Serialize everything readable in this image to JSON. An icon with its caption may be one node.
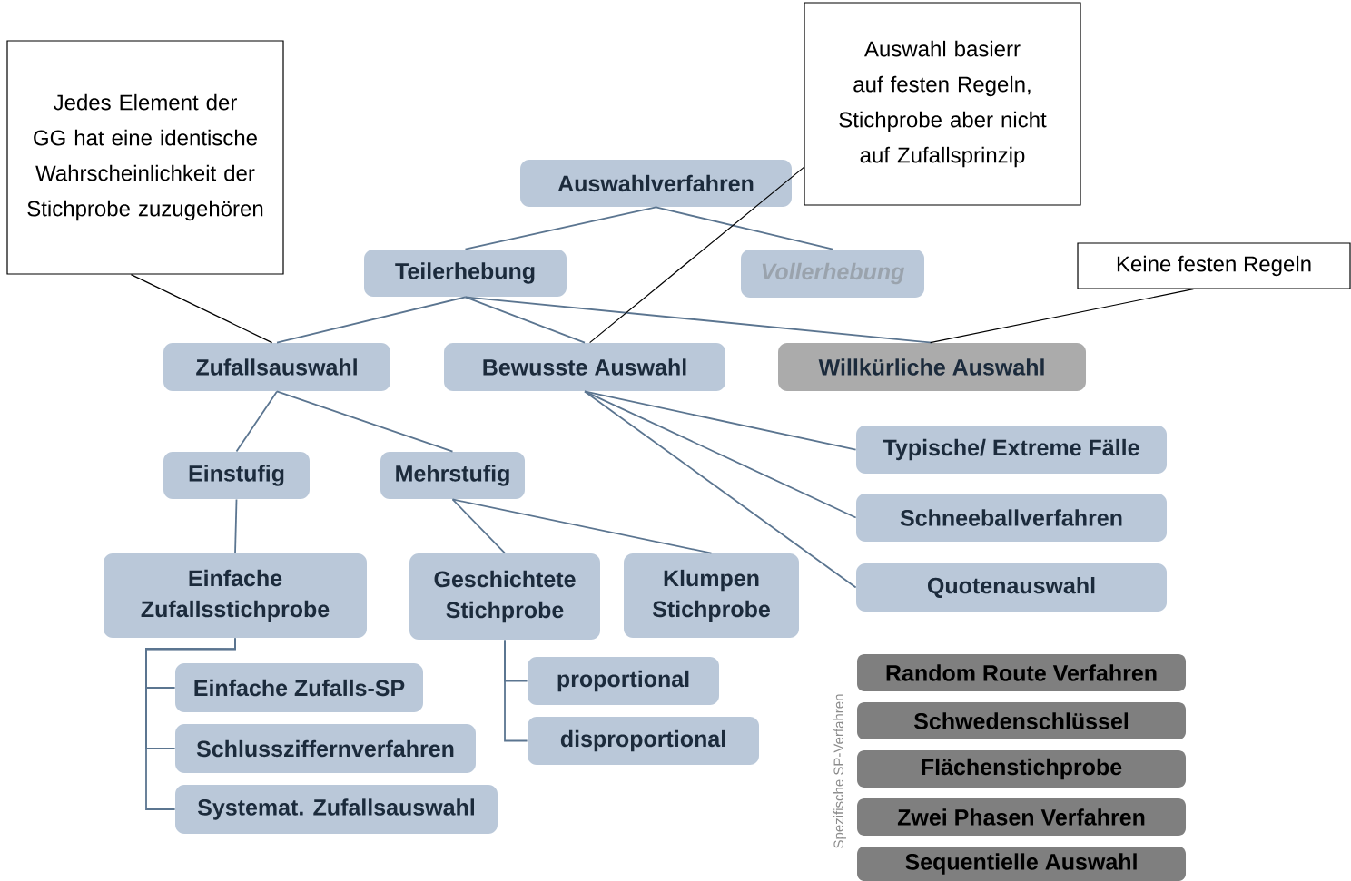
{
  "diagram": {
    "nodes": [
      {
        "text": [
          "Jedes Element der GG hat eine identische Wahrscheinlichkeit der Stichprobe zuzugehören"
        ]
      },
      {
        "text": [
          "Auswahl basierr auf festen Regeln, Stichprobe aber nicht auf Zufallsprinzip"
        ]
      },
      {
        "text": [
          "Keine festen Regeln"
        ]
      },
      {
        "text": [
          "Auswahlverfahren"
        ]
      },
      {
        "text": [
          "Teilerhebung"
        ]
      },
      {
        "text": [
          "Vollerhebung"
        ]
      },
      {
        "text": [
          "Zufallsauswahl"
        ]
      },
      {
        "text": [
          "Bewusste Auswahl"
        ]
      },
      {
        "text": [
          "Willkürliche Auswahl"
        ]
      },
      {
        "text": [
          "Einstufig"
        ]
      },
      {
        "text": [
          "Mehrstufig"
        ]
      },
      {
        "text": [
          "Typische/ Extreme Fälle"
        ]
      },
      {
        "text": [
          "Schneeballverfahren"
        ]
      },
      {
        "text": [
          "Quotenauswahl"
        ]
      },
      {
        "text": [
          "Einfache Zufallsstichprobe"
        ]
      },
      {
        "text": [
          "Geschichtete Stichprobe"
        ]
      },
      {
        "text": [
          "Klumpen Stichprobe"
        ]
      },
      {
        "text": [
          "Einfache Zufalls-SP"
        ]
      },
      {
        "text": [
          "Schlussziffernverfahren"
        ]
      },
      {
        "text": [
          "Systemat. Zufallsauswahl"
        ]
      },
      {
        "text": [
          "proportional"
        ]
      },
      {
        "text": [
          "disproportional"
        ]
      },
      {
        "text": [
          "Random Route Verfahren"
        ]
      },
      {
        "text": [
          "Schwedenschlüssel"
        ]
      },
      {
        "text": [
          "Flächenstichprobe"
        ]
      },
      {
        "text": [
          "Zwei Phasen Verfahren"
        ]
      },
      {
        "text": [
          "Sequentielle Auswahl"
        ]
      }
    ],
    "edges": [
      {
        "from": 3,
        "to": 4,
        "arrow": "none"
      },
      {
        "from": 3,
        "to": 5,
        "arrow": "none"
      },
      {
        "from": 4,
        "to": 6,
        "arrow": "none"
      },
      {
        "from": 4,
        "to": 7,
        "arrow": "none"
      },
      {
        "from": 4,
        "to": 8,
        "arrow": "none"
      },
      {
        "from": 6,
        "to": 9,
        "arrow": "none"
      },
      {
        "from": 6,
        "to": 10,
        "arrow": "none"
      },
      {
        "from": 7,
        "to": 11,
        "arrow": "none"
      },
      {
        "from": 7,
        "to": 12,
        "arrow": "none"
      },
      {
        "from": 7,
        "to": 13,
        "arrow": "none"
      },
      {
        "from": 9,
        "to": 14,
        "arrow": "none"
      },
      {
        "from": 10,
        "to": 15,
        "arrow": "none"
      },
      {
        "from": 10,
        "to": 16,
        "arrow": "none"
      },
      {
        "from": 14,
        "to": 17,
        "arrow": "none"
      },
      {
        "from": 14,
        "to": 18,
        "arrow": "none"
      },
      {
        "from": 14,
        "to": 19,
        "arrow": "none"
      },
      {
        "from": 15,
        "to": 20,
        "arrow": "none"
      },
      {
        "from": 15,
        "to": 21,
        "arrow": "none"
      },
      {
        "from": 0,
        "to": 6,
        "arrow": "none",
        "color": "#000000"
      },
      {
        "from": 1,
        "to": 7,
        "arrow": "none",
        "color": "#000000"
      },
      {
        "from": 2,
        "to": 8,
        "arrow": "none",
        "color": "#000000"
      }
    ],
    "labels": [
      "Spezifische SP-Verfahren"
    ]
  }
}
